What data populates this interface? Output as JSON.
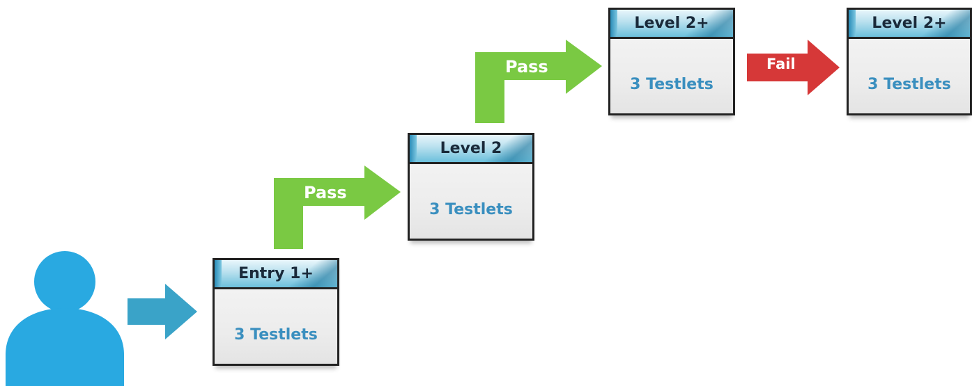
{
  "colors": {
    "person": "#29a9e1",
    "entry_arrow": "#3aa3c8",
    "pass_arrow": "#7ac943",
    "fail_arrow": "#d63838",
    "card_text": "#3a8fbf"
  },
  "person": {
    "icon": "person-icon"
  },
  "cards": [
    {
      "title": "Entry 1+",
      "body": "3 Testlets"
    },
    {
      "title": "Level 2",
      "body": "3 Testlets"
    },
    {
      "title": "Level 2+",
      "body": "3 Testlets"
    },
    {
      "title": "Level 2+",
      "body": "3 Testlets"
    }
  ],
  "arrows": {
    "pass_1": "Pass",
    "pass_2": "Pass",
    "fail": "Fail"
  }
}
